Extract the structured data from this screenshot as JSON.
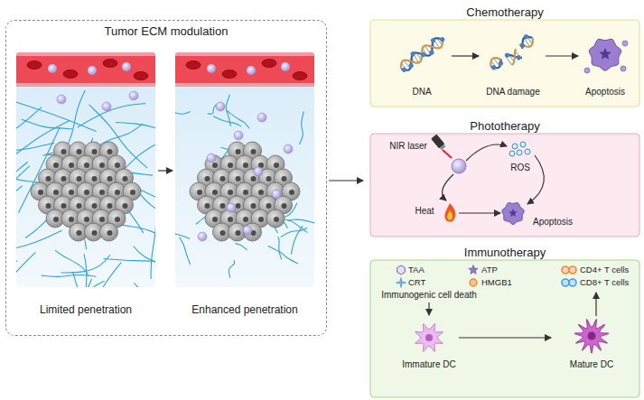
{
  "diagram": {
    "nodes": [
      {
        "text": [
          "Tumor ECM modulation"
        ]
      },
      {
        "text": [
          "Limited penetration"
        ],
        "in": 0
      },
      {
        "text": [
          "Enhanced penetration"
        ],
        "in": 0
      },
      {
        "text": [
          "Chemotherapy"
        ]
      },
      {
        "text": [
          "Phototherapy"
        ]
      },
      {
        "text": [
          "Immunotherapy"
        ]
      }
    ],
    "edges": [
      {
        "from": 1,
        "to": 2,
        "arrow": "to"
      }
    ],
    "labels": [
      "DNA",
      "DNA damage",
      "Apoptosis",
      "NIR laser",
      "ROS",
      "Heat",
      "Apoptosis",
      "Immunogenic cell death",
      "Immature DC",
      "Mature DC"
    ],
    "legend": [
      {
        "text": "TAA"
      },
      {
        "text": "ATP"
      },
      {
        "text": "CRT"
      },
      {
        "text": "HMGB1"
      },
      {
        "text": "CD4+ T cells"
      },
      {
        "text": "CD8+ T cells"
      }
    ]
  }
}
